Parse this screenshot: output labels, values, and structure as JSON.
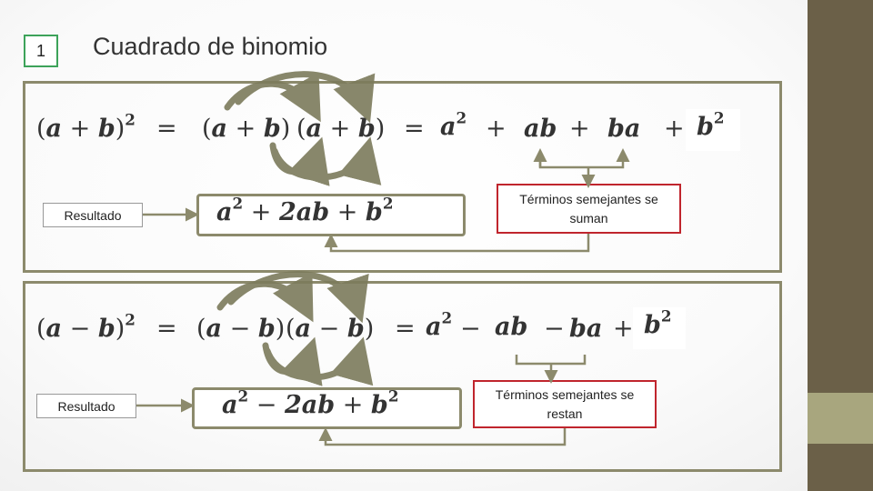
{
  "slide": {
    "number": "1",
    "title": "Cuadrado de binomio"
  },
  "section1": {
    "lhs": {
      "open": "(",
      "a": "a",
      "op": " + ",
      "b": "b",
      "close": ")",
      "exp": "2"
    },
    "eq1": "=",
    "f1": {
      "open": "(",
      "a": "a",
      "op": " + ",
      "b": "b",
      "close": ")"
    },
    "f2": {
      "open": "(",
      "a": "a",
      "op": " + ",
      "b": "b",
      "close": ")"
    },
    "eq2": "=",
    "t1": {
      "base": "a",
      "exp": "2"
    },
    "op1": "+",
    "t2": "ab",
    "op2": "+",
    "t3": "ba",
    "op3": "+",
    "t4": {
      "base": "b",
      "exp": "2"
    },
    "result_label": "Resultado",
    "result": {
      "a": "a",
      "a_exp": "2",
      "op1": " + ",
      "mid": "2ab",
      "op2": " + ",
      "b": "b",
      "b_exp": "2"
    },
    "note": "Términos semejantes se suman"
  },
  "section2": {
    "lhs": {
      "open": "(",
      "a": "a",
      "op": " − ",
      "b": "b",
      "close": ")",
      "exp": "2"
    },
    "eq1": "=",
    "f1": {
      "open": "(",
      "a": "a",
      "op": " − ",
      "b": "b",
      "close": ")"
    },
    "f2": {
      "open": "(",
      "a": "a",
      "op": " − ",
      "b": "b",
      "close": ")"
    },
    "eq2": "=",
    "t1": {
      "base": "a",
      "exp": "2"
    },
    "op1": "−",
    "t2": "ab",
    "op2": "−",
    "t3": "ba",
    "op3": "+",
    "t4": {
      "base": "b",
      "exp": "2"
    },
    "result_label": "Resultado",
    "result": {
      "a": "a",
      "a_exp": "2",
      "op1": " − ",
      "mid": "2ab",
      "op2": " + ",
      "b": "b",
      "b_exp": "2"
    },
    "note": "Términos semejantes se restan"
  },
  "colors": {
    "panel_border": "#8c8a6c",
    "note_border": "#c0252d",
    "side_strip": "#6b6048",
    "side_accent": "#a8a67e",
    "slide_num_border": "#3da35a"
  }
}
